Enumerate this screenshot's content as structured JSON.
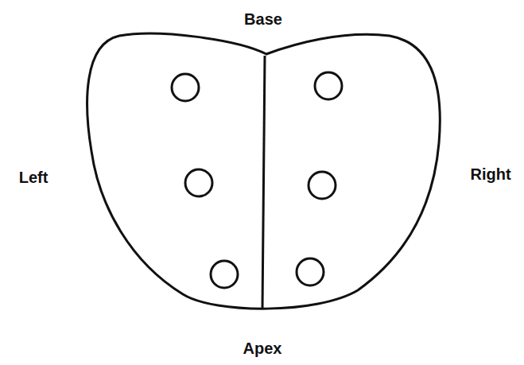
{
  "diagram": {
    "labels": [
      "Base",
      "Left",
      "Right",
      "Apex"
    ]
  }
}
